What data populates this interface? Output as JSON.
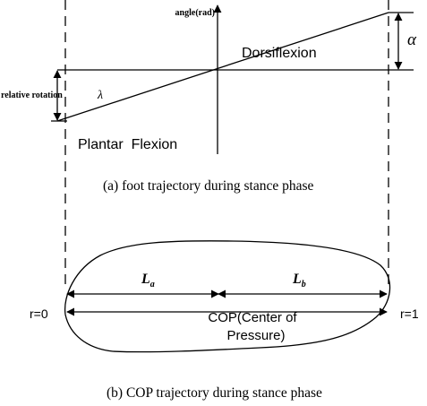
{
  "diagram": {
    "top": {
      "angle_axis_label": "angle(rad)",
      "dorsiflexion_label": "Dorsiflexion",
      "alpha_symbol": "α",
      "relative_rotation_label": "relative rotation",
      "lambda_symbol": "λ",
      "plantar_flexion_label": "Plantar  Flexion",
      "caption": "(a) foot trajectory during stance phase"
    },
    "bottom": {
      "la_main": "L",
      "la_sub": "a",
      "lb_main": "L",
      "lb_sub": "b",
      "r0_label": "r=0",
      "r1_label": "r=1",
      "cop_line1": "COP(Center of",
      "cop_line2": "Pressure)",
      "caption": "(b) COP trajectory during stance phase"
    }
  }
}
